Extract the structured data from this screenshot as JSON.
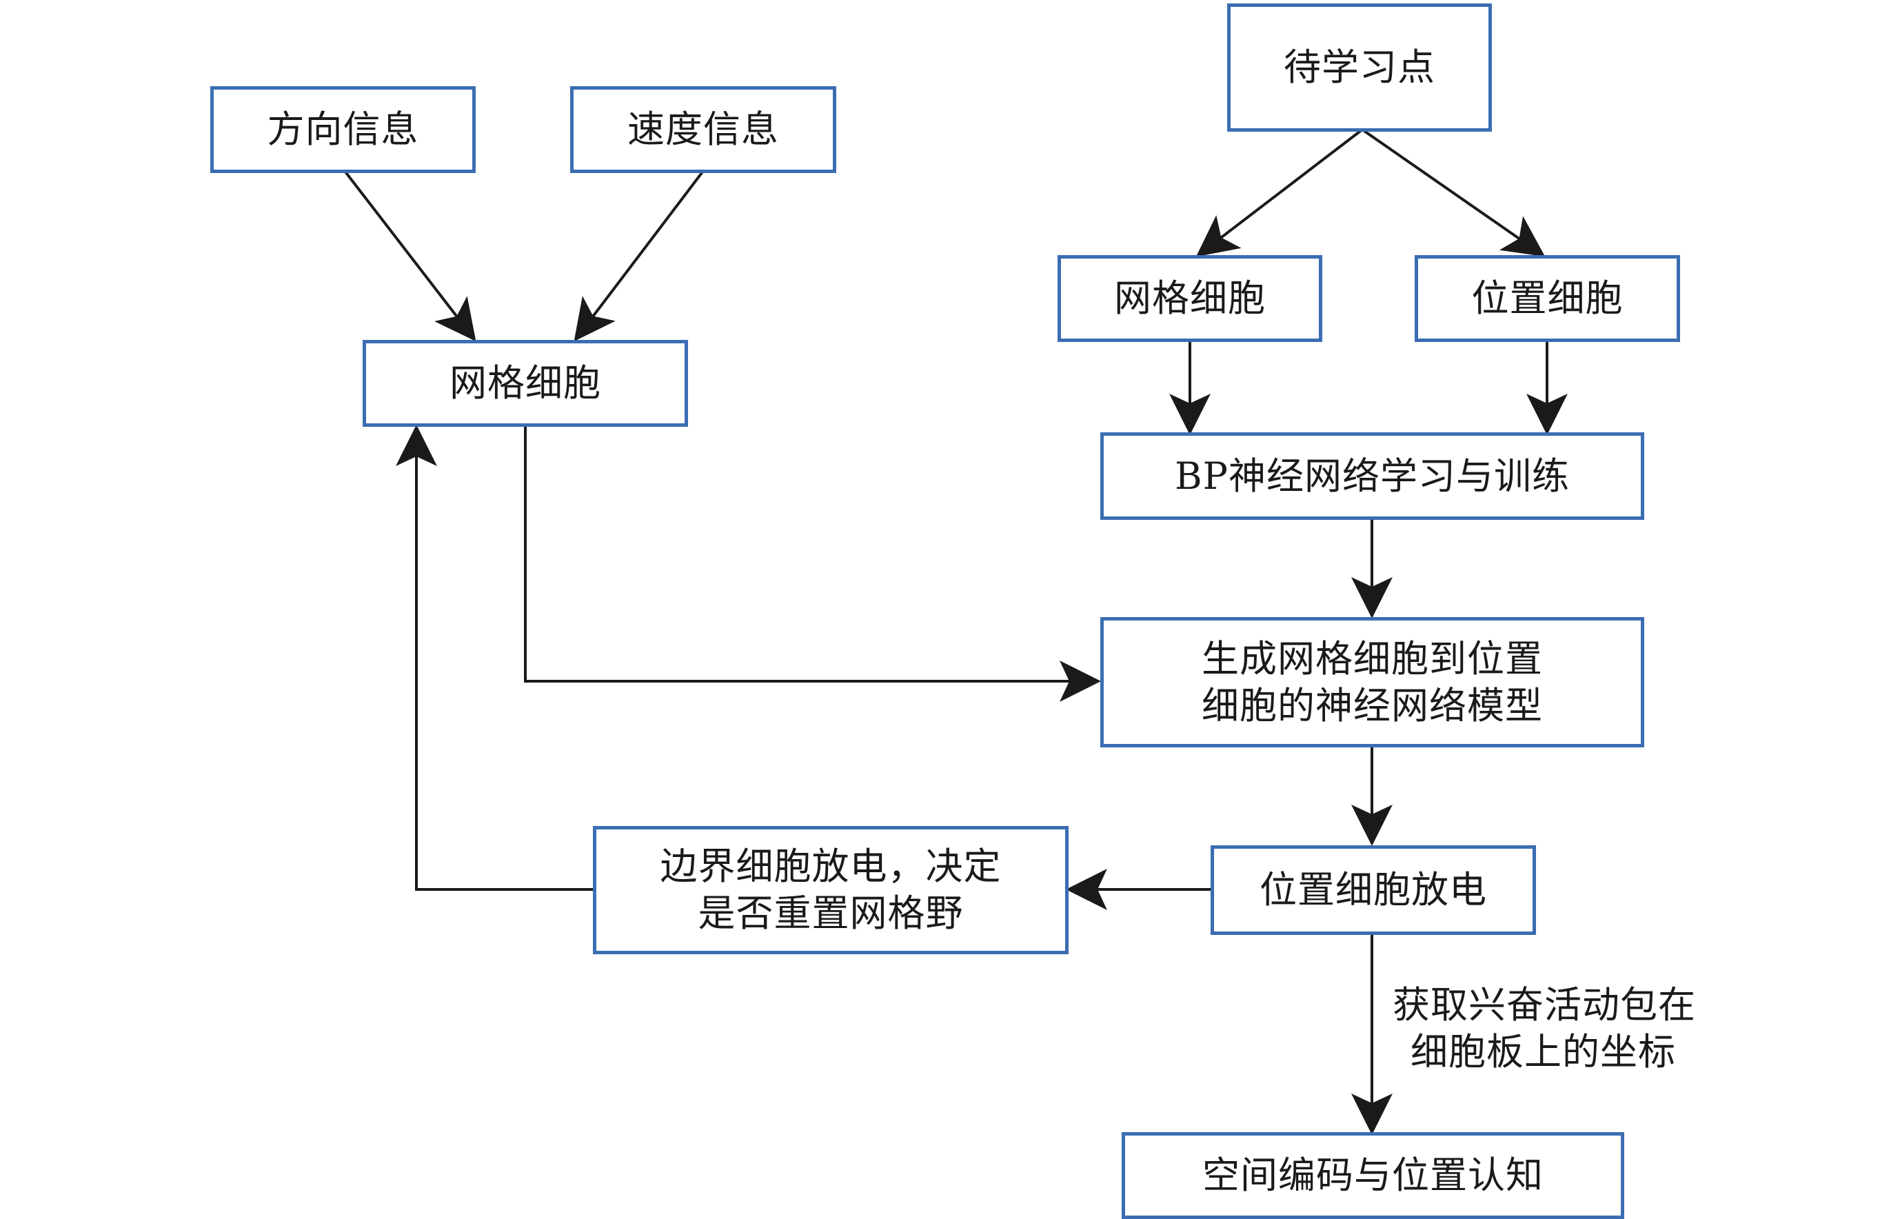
{
  "nodes": {
    "direction_info": "方向信息",
    "speed_info": "速度信息",
    "grid_cell_left": "网格细胞",
    "learning_point": "待学习点",
    "grid_cell_right": "网格细胞",
    "place_cell": "位置细胞",
    "bp_training": "BP神经网络学习与训练",
    "model_line1": "生成网格细胞到位置",
    "model_line2": "细胞的神经网络模型",
    "place_cell_firing": "位置细胞放电",
    "boundary_line1": "边界细胞放电，决定",
    "boundary_line2": "是否重置网格野",
    "spatial_coding": "空间编码与位置认知"
  },
  "edge_labels": {
    "coords_line1": "获取兴奋活动包在",
    "coords_line2": "细胞板上的坐标"
  },
  "colors": {
    "box_border": "#3b6db3",
    "line": "#1a1a1a"
  }
}
